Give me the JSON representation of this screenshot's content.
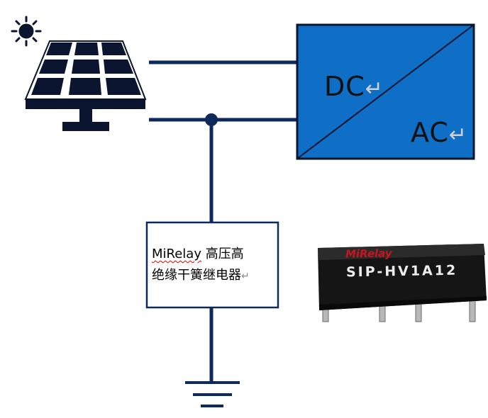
{
  "converter": {
    "top_label": "DC",
    "bottom_label": "AC",
    "return_mark": "↵",
    "fill_color": "#0f6fc6"
  },
  "relay_box": {
    "line1_brand": "MiRelay",
    "line1_rest": " 高压高",
    "line2": "绝缘干簧继电器",
    "return_mark": "↵"
  },
  "relay_chip": {
    "brand": "MiRelay",
    "model": "SIP-HV1A12"
  },
  "colors": {
    "wire": "#0e2a5c",
    "panel": "#0b1530",
    "relay_brand": "#c8141e"
  }
}
